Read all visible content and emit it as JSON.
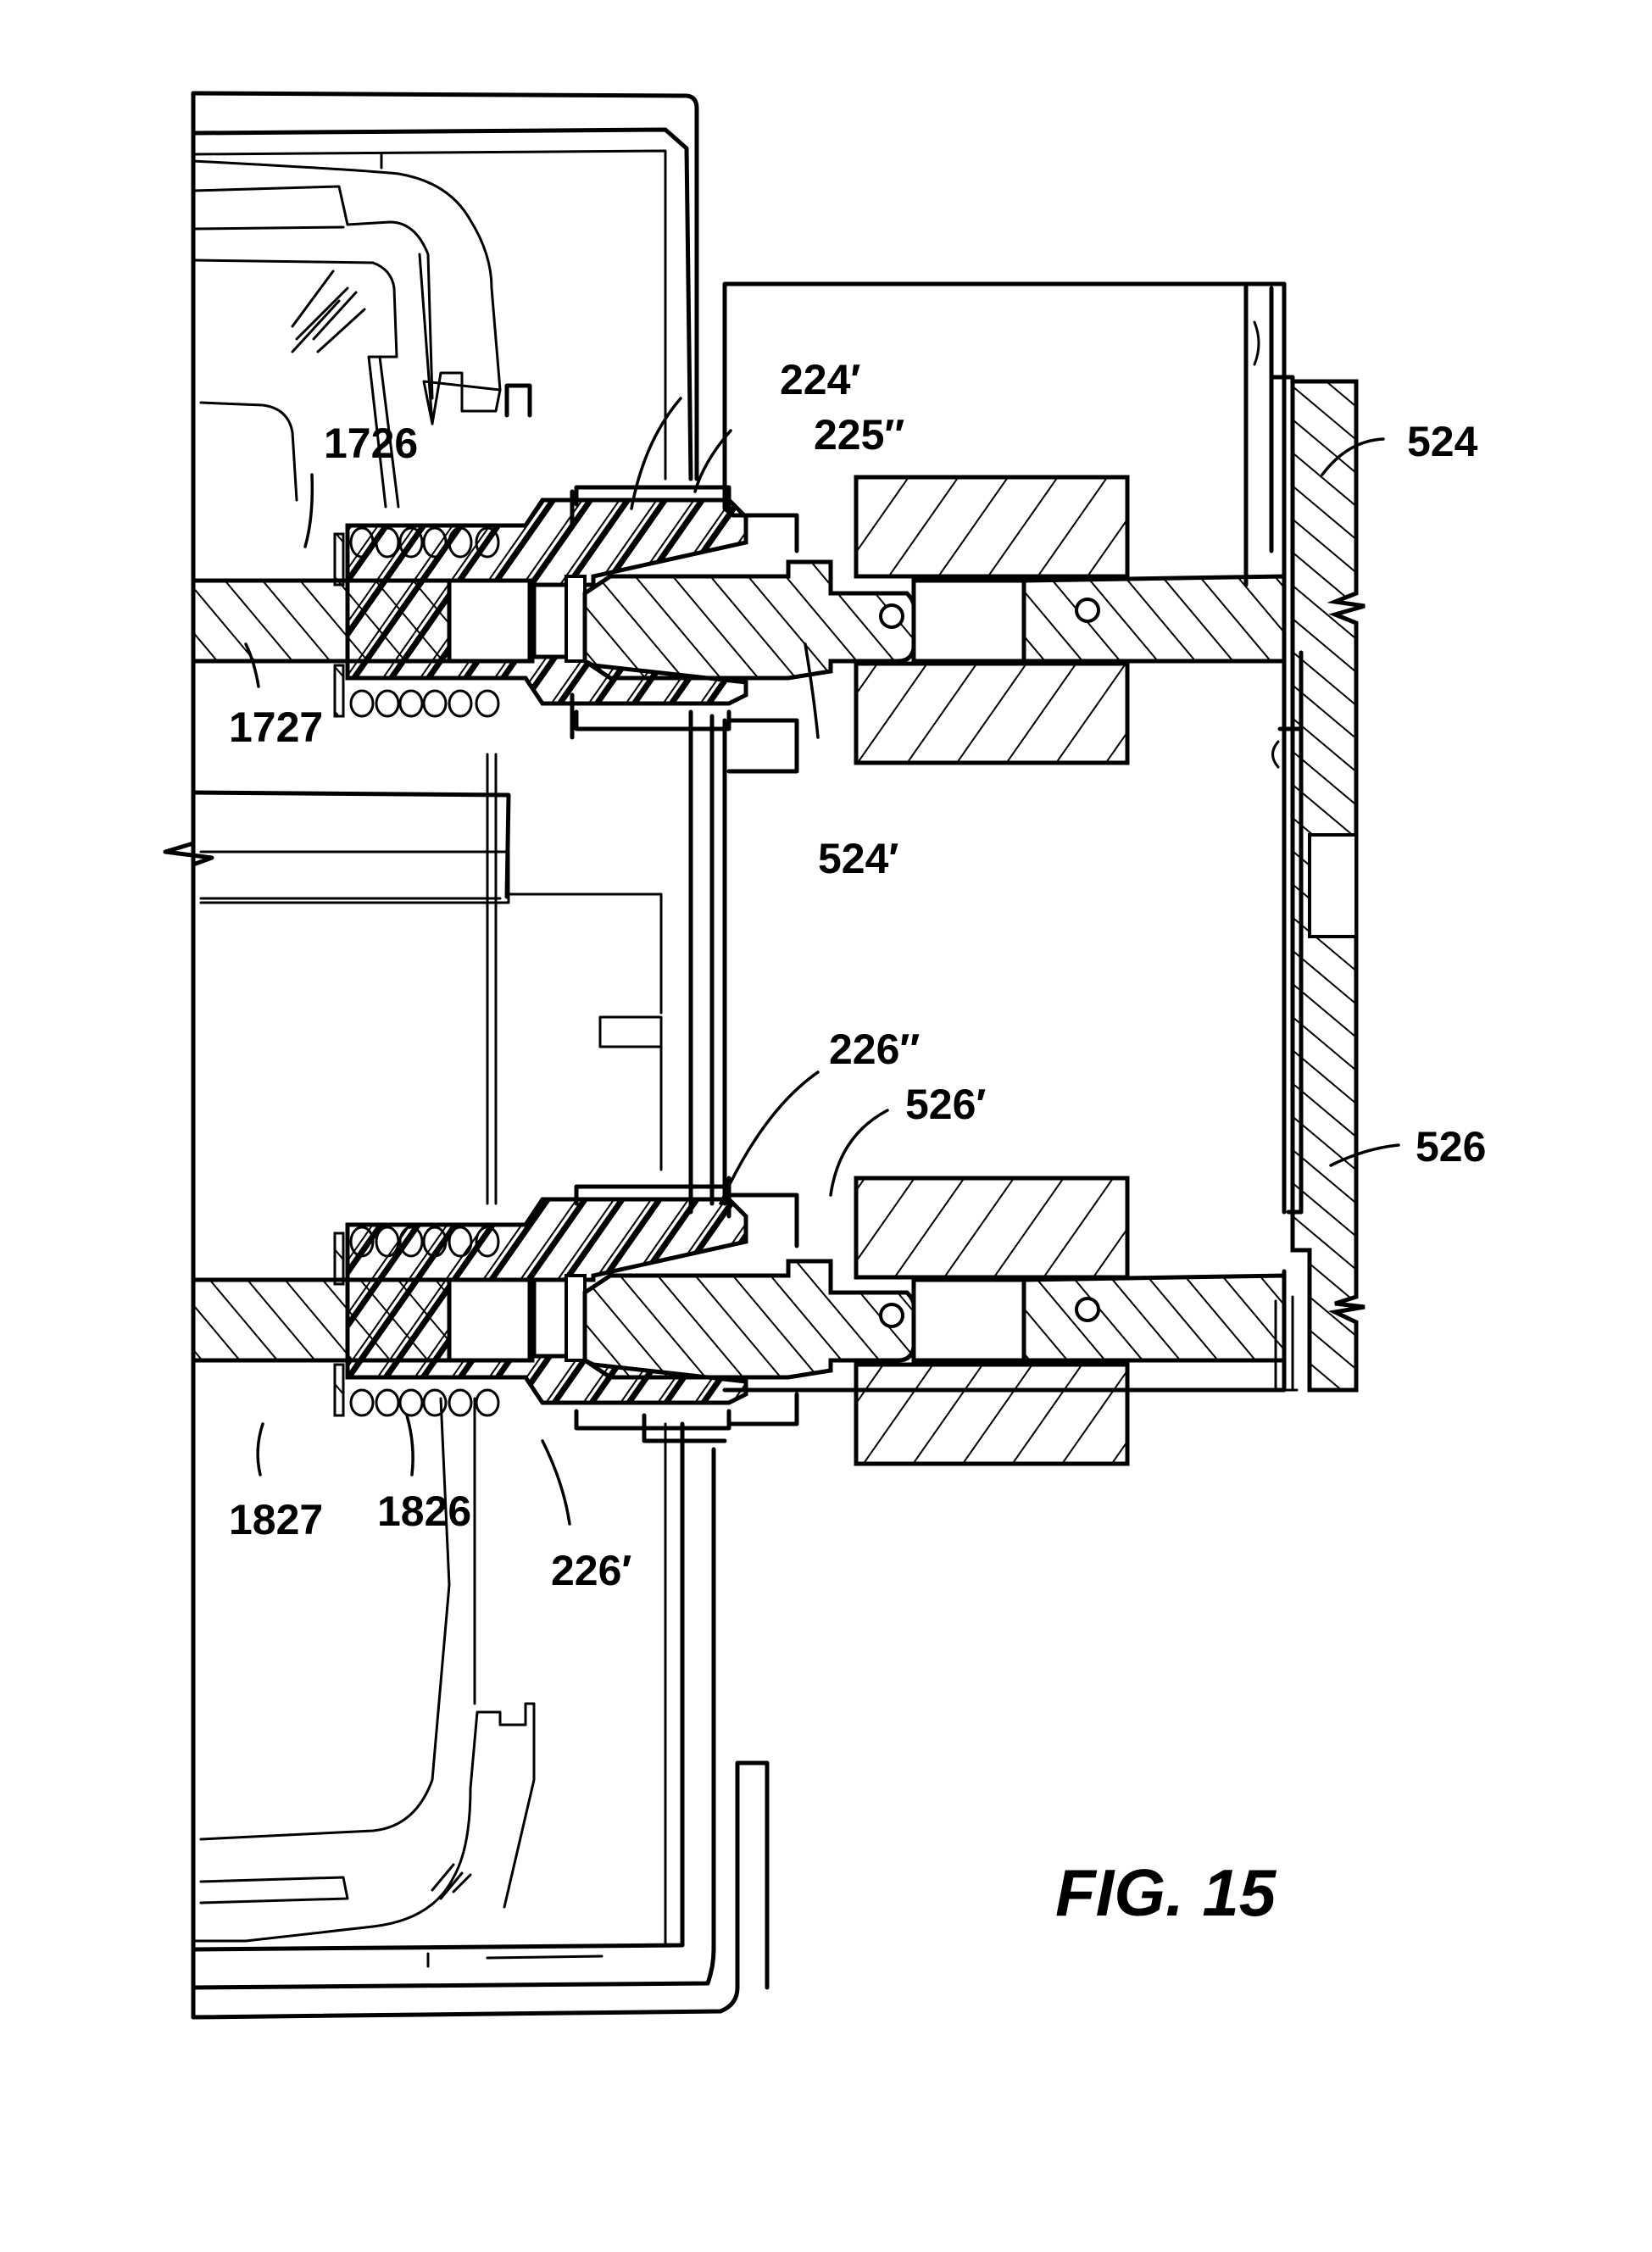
{
  "figure": {
    "title": "FIG. 15",
    "type": "patent-drawing-cross-section"
  },
  "labels": [
    {
      "id": "224p",
      "text": "224′"
    },
    {
      "id": "225pp",
      "text": "225″"
    },
    {
      "id": "524",
      "text": "524"
    },
    {
      "id": "1726",
      "text": "1726"
    },
    {
      "id": "1727",
      "text": "1727"
    },
    {
      "id": "524p",
      "text": "524′"
    },
    {
      "id": "226pp",
      "text": "226″"
    },
    {
      "id": "526p",
      "text": "526′"
    },
    {
      "id": "526",
      "text": "526"
    },
    {
      "id": "1827",
      "text": "1827"
    },
    {
      "id": "1826",
      "text": "1826"
    },
    {
      "id": "226p",
      "text": "226′"
    }
  ]
}
